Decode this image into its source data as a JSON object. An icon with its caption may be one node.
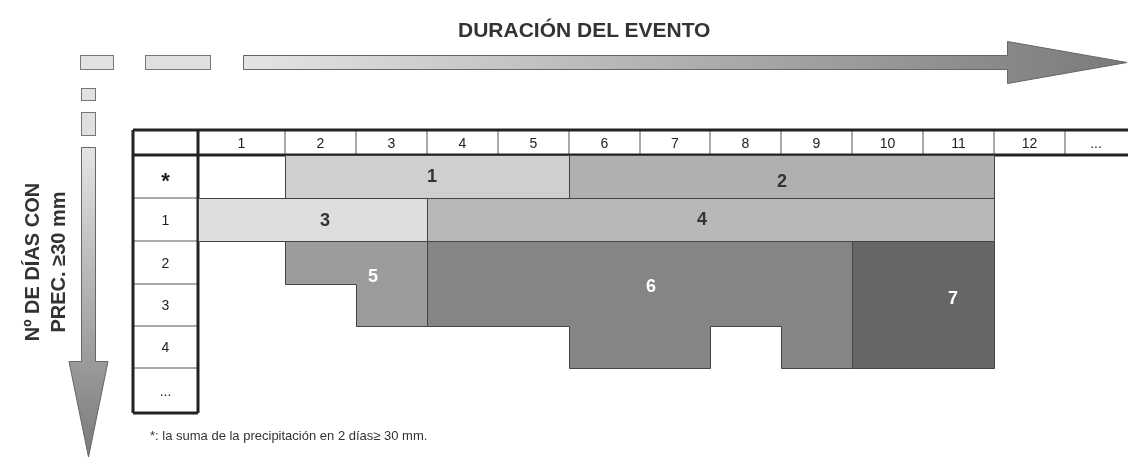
{
  "diagram": {
    "nodes": [
      {
        "text": [
          "1"
        ]
      },
      {
        "text": [
          "2"
        ]
      },
      {
        "text": [
          "3"
        ]
      },
      {
        "text": [
          "4"
        ]
      },
      {
        "text": [
          "5"
        ]
      },
      {
        "text": [
          "6"
        ]
      },
      {
        "text": [
          "7"
        ]
      }
    ],
    "labels": [
      "DURACIÓN DEL EVENTO",
      "Nº DE DÍAS CON PREC. ≥30 mm",
      "1",
      "2",
      "3",
      "4",
      "5",
      "6",
      "7",
      "8",
      "9",
      "10",
      "11",
      "12",
      "...",
      "*",
      "1",
      "2",
      "3",
      "4",
      "...",
      "*: la suma de la precipitación en 2 días≥ 30 mm."
    ]
  }
}
